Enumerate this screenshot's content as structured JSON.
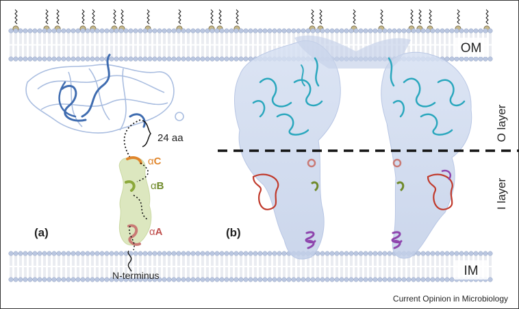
{
  "membranes": {
    "outer": {
      "label": "OM"
    },
    "inner": {
      "label": "IM"
    }
  },
  "layers": {
    "o_layer": "O layer",
    "i_layer": "I layer"
  },
  "panel_a": {
    "label": "(a)",
    "linker": "24 aa",
    "helix_c": {
      "greek": "α",
      "letter": "C",
      "color": "#e0852b"
    },
    "helix_b": {
      "greek": "α",
      "letter": "B",
      "color": "#6f8a2a"
    },
    "helix_a": {
      "greek": "α",
      "letter": "A",
      "color": "#c0504d"
    },
    "n_terminus": "N-terminus"
  },
  "panel_b": {
    "label": "(b)"
  },
  "credit": "Current Opinion in Microbiology",
  "colors": {
    "lipid_head": "#b9c6e0",
    "lipid_tail": "#c4cbd8",
    "lps_head": "#c8b98a",
    "ribbon_blue": "#3f6cb0",
    "ribbon_cyan": "#2aa7bd",
    "density": "#c7d3ea",
    "red_ribbon": "#c0392b",
    "purple_ribbon": "#8e44ad"
  }
}
